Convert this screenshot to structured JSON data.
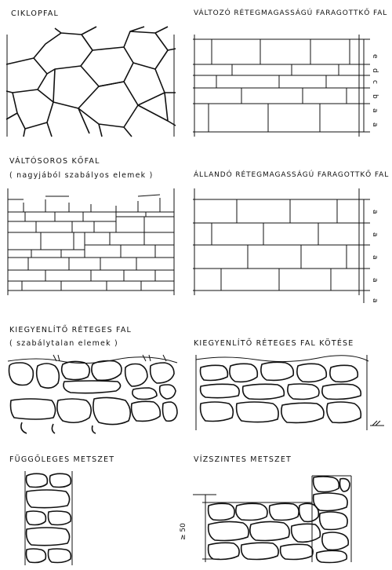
{
  "panels": {
    "ciklopfal": {
      "title": "CIKLOPFAL"
    },
    "valtozo": {
      "title": "VÁLTOZÓ RÉTEGMAGASSÁGÚ FARAGOTTKŐ FAL",
      "course_marks": [
        "e",
        "d",
        "c",
        "b",
        "a",
        "a"
      ]
    },
    "valtosoros": {
      "title": "VÁLTÓSOROS KŐFAL",
      "subtitle": "( nagyjából szabályos elemek )"
    },
    "allando": {
      "title": "ÁLLANDÓ RÉTEGMAGASSÁGÚ FARAGOTTKŐ FAL",
      "course_marks": [
        "a",
        "a",
        "a",
        "a",
        "a"
      ]
    },
    "kiegyenlito": {
      "title": "KIEGYENLÍTŐ RÉTEGES FAL",
      "subtitle": "( szabálytalan elemek )"
    },
    "kotes": {
      "title": "KIEGYENLÍTŐ RÉTEGES FAL KÖTÉSE"
    },
    "fuggoleges": {
      "title": "FÜGGŐLEGES METSZET"
    },
    "vizszintes": {
      "title": "VÍZSZINTES METSZET",
      "dimension_label": "≥ 50"
    }
  }
}
